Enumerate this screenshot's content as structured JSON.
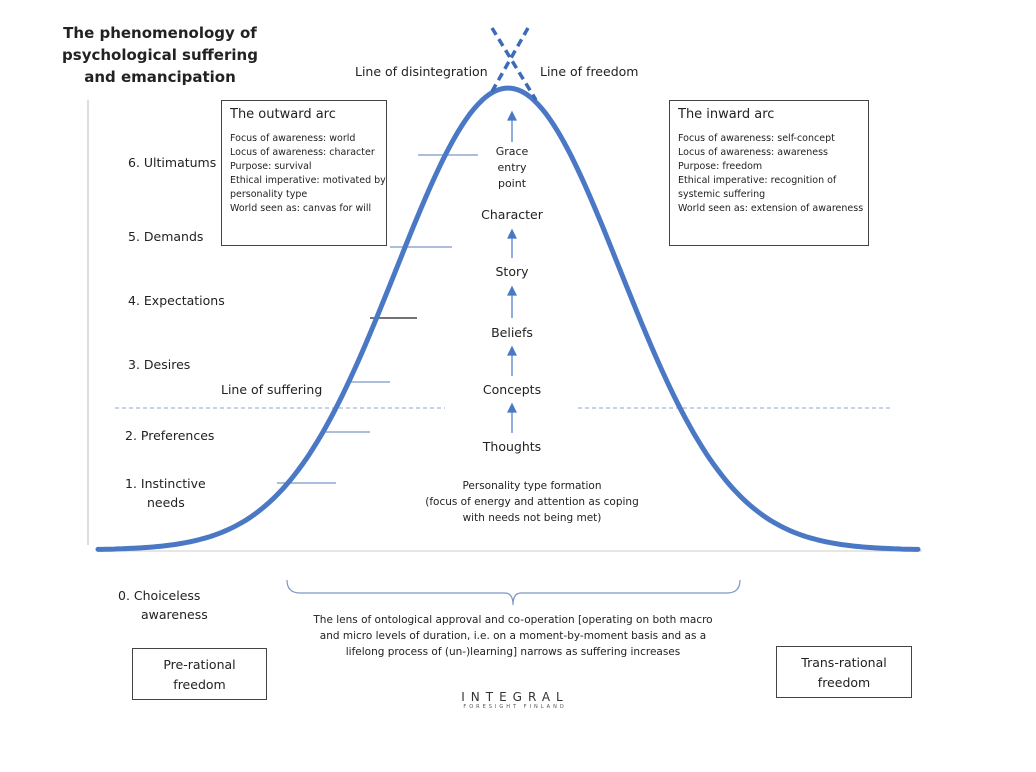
{
  "title": "The phenomenology of psychological suffering and emancipation",
  "line_disintegration": "Line of disintegration",
  "line_freedom": "Line of freedom",
  "line_suffering": "Line of suffering",
  "levels": [
    "6. Ultimatums",
    "5. Demands",
    "4. Expectations",
    "3. Desires",
    "2. Preferences",
    "1.   Instinctive",
    "needs",
    "0.   Choiceless",
    "awareness"
  ],
  "outward": {
    "heading": "The outward arc",
    "lines": [
      "Focus of awareness: world",
      "Locus of awareness: character",
      "Purpose: survival",
      "Ethical imperative: motivated by",
      "personality type",
      "World seen as: canvas for will"
    ]
  },
  "inward": {
    "heading": "The inward arc",
    "lines": [
      "Focus of awareness: self-concept",
      "Locus of awareness: awareness",
      "Purpose: freedom",
      "Ethical imperative: recognition of",
      "systemic suffering",
      "World seen as: extension of awareness"
    ]
  },
  "stages": {
    "grace": [
      "Grace",
      "entry",
      "point"
    ],
    "character": "Character",
    "story": "Story",
    "beliefs": "Beliefs",
    "concepts": "Concepts",
    "thoughts": "Thoughts"
  },
  "personality": [
    "Personality type formation",
    "(focus of energy and attention as coping",
    "with needs not being met)"
  ],
  "lens": [
    "The lens of ontological approval and co-operation [operating on both macro",
    "and micro levels of duration, i.e. on a moment-by-moment basis and as a",
    "lifelong process of (un-)learning] narrows as suffering increases"
  ],
  "pre_rational": [
    "Pre-rational",
    "freedom"
  ],
  "trans_rational": [
    "Trans-rational",
    "freedom"
  ],
  "logo": {
    "main": "INTEGRAL",
    "sub": "FORESIGHT FINLAND"
  },
  "colors": {
    "curve": "#4a78c4",
    "line": "#7a96c8"
  }
}
